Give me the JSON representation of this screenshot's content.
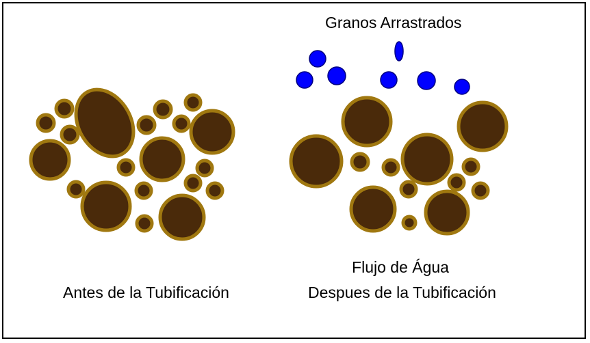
{
  "labels": {
    "before": "Antes de la Tubificación",
    "after_line1": "Flujo de Água",
    "after_line2": "Despues de la Tubificación",
    "dragged": "Granos Arrastrados"
  },
  "colors": {
    "grain_fill": "#4a2a0a",
    "grain_stroke": "#a07810",
    "eroded_fill": "#0000ff",
    "eroded_stroke": "#000080"
  }
}
